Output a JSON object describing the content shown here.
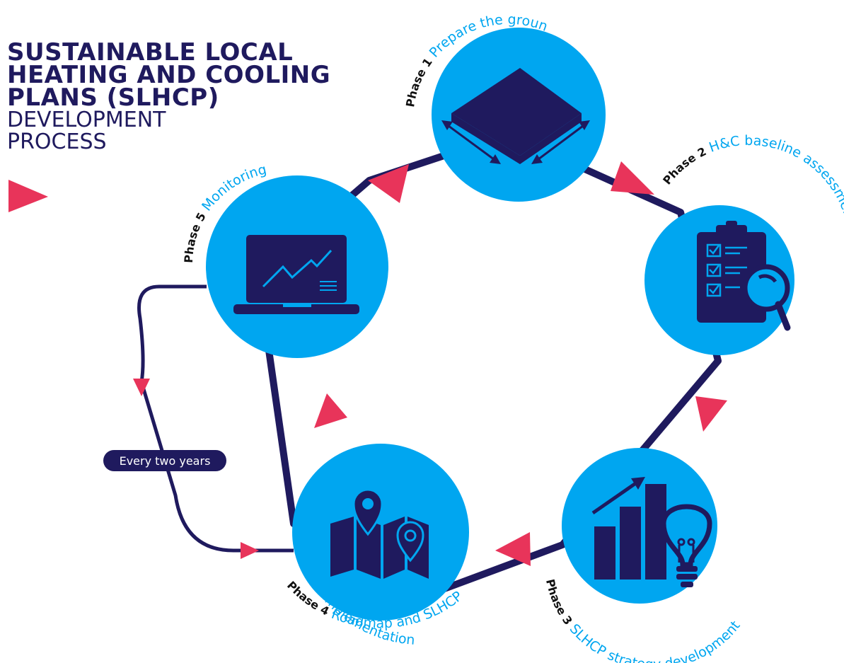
{
  "title": {
    "line1": "SUSTAINABLE LOCAL",
    "line2": "HEATING AND COOLING",
    "line3": "PLANS (SLHCP)",
    "line4": "DEVELOPMENT",
    "line5": "PROCESS"
  },
  "phases": [
    {
      "prefix": "Phase 1",
      "name": "Prepare the ground",
      "icon": "tile-with-arrows-icon"
    },
    {
      "prefix": "Phase 2",
      "name": "H&C baseline assessment",
      "icon": "clipboard-magnifier-icon"
    },
    {
      "prefix": "Phase 3",
      "name": "SLHCP strategy development",
      "icon": "bar-chart-lightbulb-icon"
    },
    {
      "prefix": "Phase 4",
      "name": "Roadmap and SLHCP",
      "name2": "implementation",
      "icon": "map-pins-icon"
    },
    {
      "prefix": "Phase 5",
      "name": "Monitoring",
      "icon": "laptop-chart-icon"
    }
  ],
  "loop_label": "Every two years",
  "colors": {
    "navy": "#1f1a5e",
    "circle": "#00a6f0",
    "arrow": "#e8345a",
    "label_blue": "#00a6f0"
  }
}
